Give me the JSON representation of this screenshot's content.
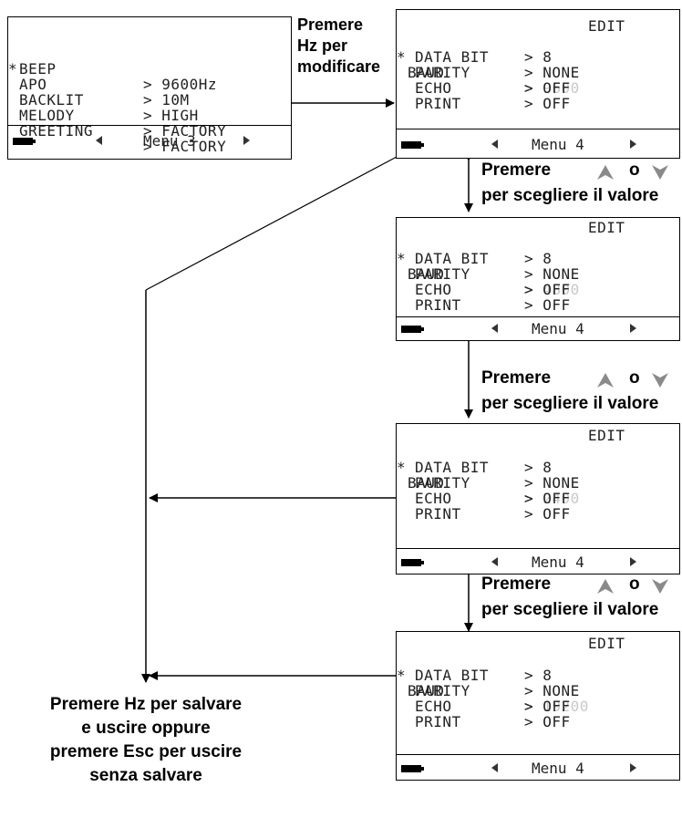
{
  "screen1": {
    "rows": [
      {
        "star": "",
        "name": "BEEP",
        "value": "> 9600Hz"
      },
      {
        "star": "*",
        "name": "APO",
        "value": "> 10M"
      },
      {
        "star": "",
        "name": "BACKLIT",
        "value": "> HIGH"
      },
      {
        "star": "",
        "name": "MELODY",
        "value": "> FACTORY"
      },
      {
        "star": "",
        "name": "GREETING",
        "value": "> FACTORY"
      }
    ],
    "menu": "Menu 3"
  },
  "edit_label": "EDIT",
  "screens": [
    {
      "baud": "9600",
      "rows": [
        {
          "name": "DATA BIT",
          "value": "> 8"
        },
        {
          "name": "PARITY",
          "value": "> NONE"
        },
        {
          "name": "ECHO",
          "value": "> OFF"
        },
        {
          "name": "PRINT",
          "value": "> OFF"
        }
      ],
      "menu": "Menu 4"
    },
    {
      "baud": "4800",
      "rows": [
        {
          "name": "DATA BIT",
          "value": "> 8"
        },
        {
          "name": "PARITY",
          "value": "> NONE"
        },
        {
          "name": "ECHO",
          "value": "> OFF"
        },
        {
          "name": "PRINT",
          "value": "> OFF"
        }
      ],
      "menu": "Menu 4"
    },
    {
      "baud": "2400",
      "rows": [
        {
          "name": "DATA BIT",
          "value": "> 8"
        },
        {
          "name": "PARITY",
          "value": "> NONE"
        },
        {
          "name": "ECHO",
          "value": "> OFF"
        },
        {
          "name": "PRINT",
          "value": "> OFF"
        }
      ],
      "menu": "Menu 4"
    },
    {
      "baud": "19200",
      "rows": [
        {
          "name": "DATA BIT",
          "value": "> 8"
        },
        {
          "name": "PARITY",
          "value": "> NONE"
        },
        {
          "name": "ECHO",
          "value": "> OFF"
        },
        {
          "name": "PRINT",
          "value": "> OFF"
        }
      ],
      "menu": "Menu 4"
    }
  ],
  "baud_label": "BAUD",
  "star": "*",
  "top_caption": [
    "Premere",
    "Hz per",
    "modificare"
  ],
  "step_caption": {
    "premere": "Premere",
    "o": "o",
    "line2": "per scegliere il valore"
  },
  "bottom_caption": [
    "Premere Hz per salvare",
    "e uscire oppure",
    "premere Esc per uscire",
    "senza salvare"
  ],
  "icons": {
    "up": "up-triangle-icon",
    "down": "down-triangle-icon",
    "icon_color": "#8a8a8a"
  }
}
